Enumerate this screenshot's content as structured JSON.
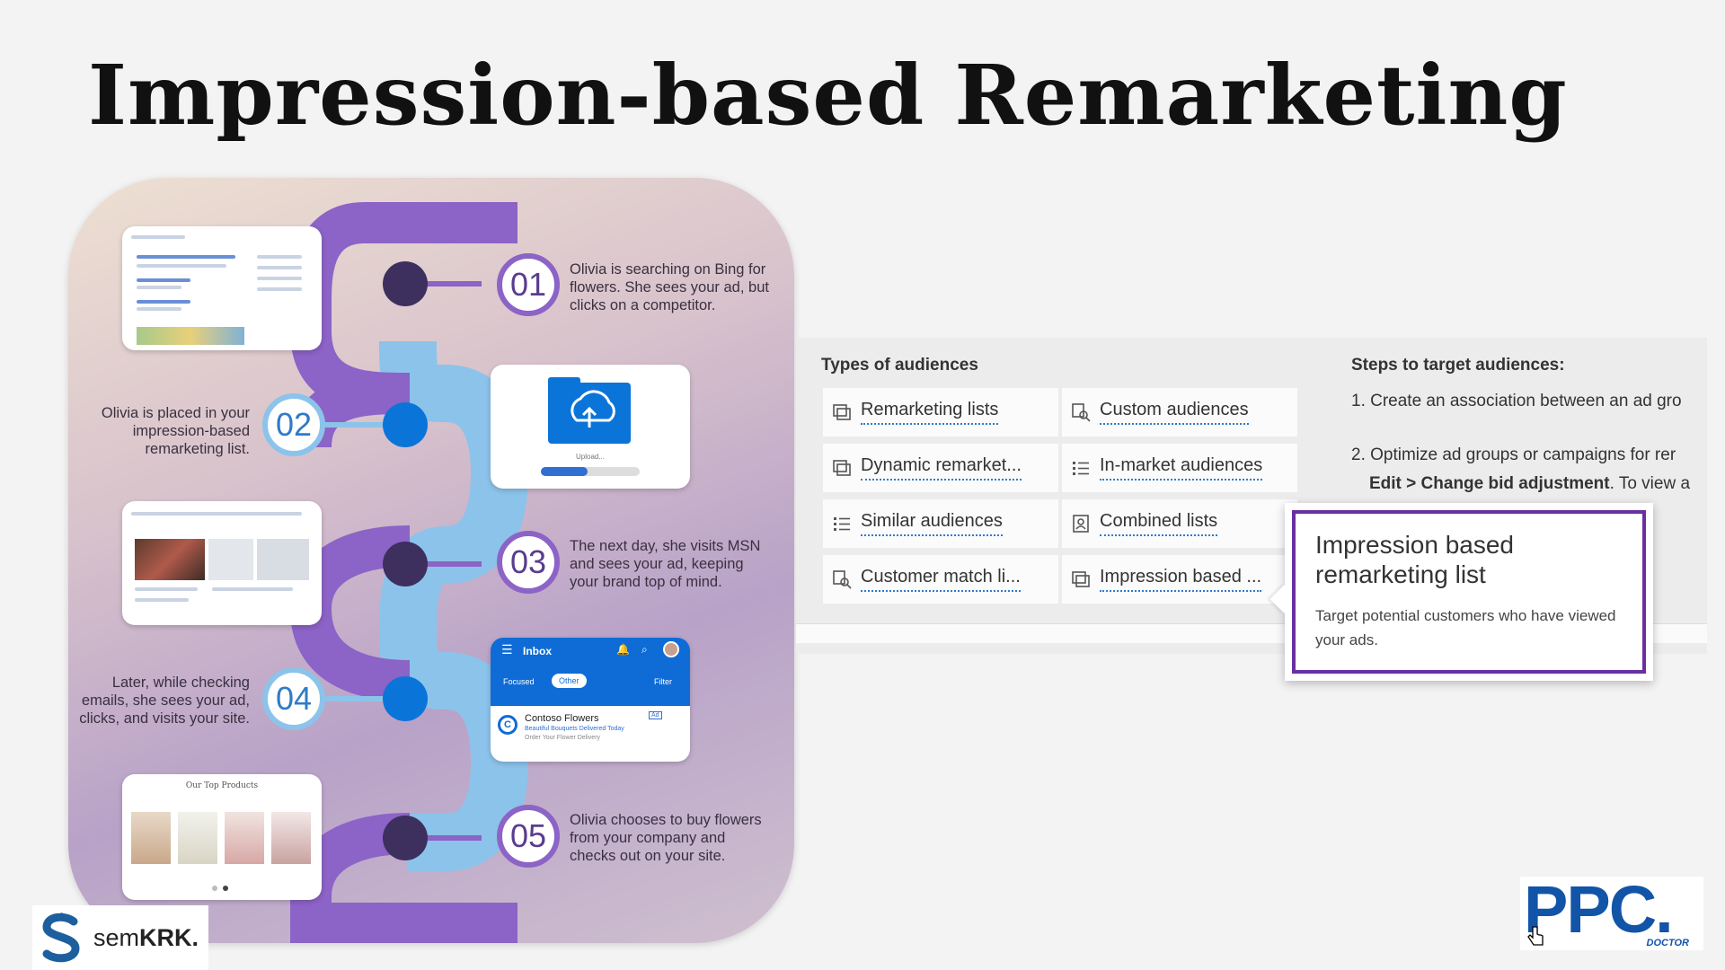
{
  "title": "Impression-based Remarketing",
  "infographic": {
    "steps": [
      {
        "num": "01",
        "text": "Olivia is searching on Bing for flowers. She sees your ad, but clicks on a competitor."
      },
      {
        "num": "02",
        "text": "Olivia is placed in your impression-based remarketing list."
      },
      {
        "num": "03",
        "text": "The next day, she visits MSN and sees your ad, keeping your brand top of mind."
      },
      {
        "num": "04",
        "text": "Later, while checking emails, she sees your ad, clicks, and visits your site."
      },
      {
        "num": "05",
        "text": "Olivia chooses to buy flowers from your company and checks out on your site."
      }
    ],
    "upload_label": "Upload...",
    "inbox": {
      "title": "Inbox",
      "tab_focused": "Focused",
      "tab_other": "Other",
      "filter": "Filter",
      "sender": "Contoso Flowers",
      "subject": "Beautiful Bouquets Delivered Today",
      "preview": "Order Your Flower Delivery",
      "avatar_letter": "C",
      "ad_badge": "Ad"
    },
    "products_title": "Our Top Products"
  },
  "audiences": {
    "heading": "Types of audiences",
    "items": [
      {
        "label": "Remarketing lists",
        "icon": "remarketing-icon"
      },
      {
        "label": "Custom audiences",
        "icon": "custom-audience-icon"
      },
      {
        "label": "Dynamic remarket...",
        "icon": "dynamic-remarketing-icon"
      },
      {
        "label": "In-market audiences",
        "icon": "list-icon"
      },
      {
        "label": "Similar audiences",
        "icon": "list-icon"
      },
      {
        "label": "Combined lists",
        "icon": "combined-list-icon"
      },
      {
        "label": "Customer match li...",
        "icon": "customer-match-icon"
      },
      {
        "label": "Impression based ...",
        "icon": "impression-icon"
      }
    ],
    "steps_heading": "Steps to target audiences:",
    "step1": "1. Create an association between an ad gro",
    "step2_line1": "2. Optimize ad groups or campaigns for rer",
    "step2_edit": "Edit",
    "step2_sep": " > ",
    "step2_change": "Change bid adjustment",
    "step2_rest": ". To view a"
  },
  "tooltip": {
    "title": "Impression based remarketing list",
    "description": "Target potential customers who have viewed your ads."
  },
  "logos": {
    "semkrk_light": "sem",
    "semkrk_bold": "KRK.",
    "ppc": "PPC.",
    "ppc_sub": "DOCTOR"
  },
  "colors": {
    "purple_track": "#8c63c6",
    "blue_track": "#8cc3ea",
    "tooltip_border": "#6b2fa0",
    "ppc_blue": "#1254a8"
  }
}
